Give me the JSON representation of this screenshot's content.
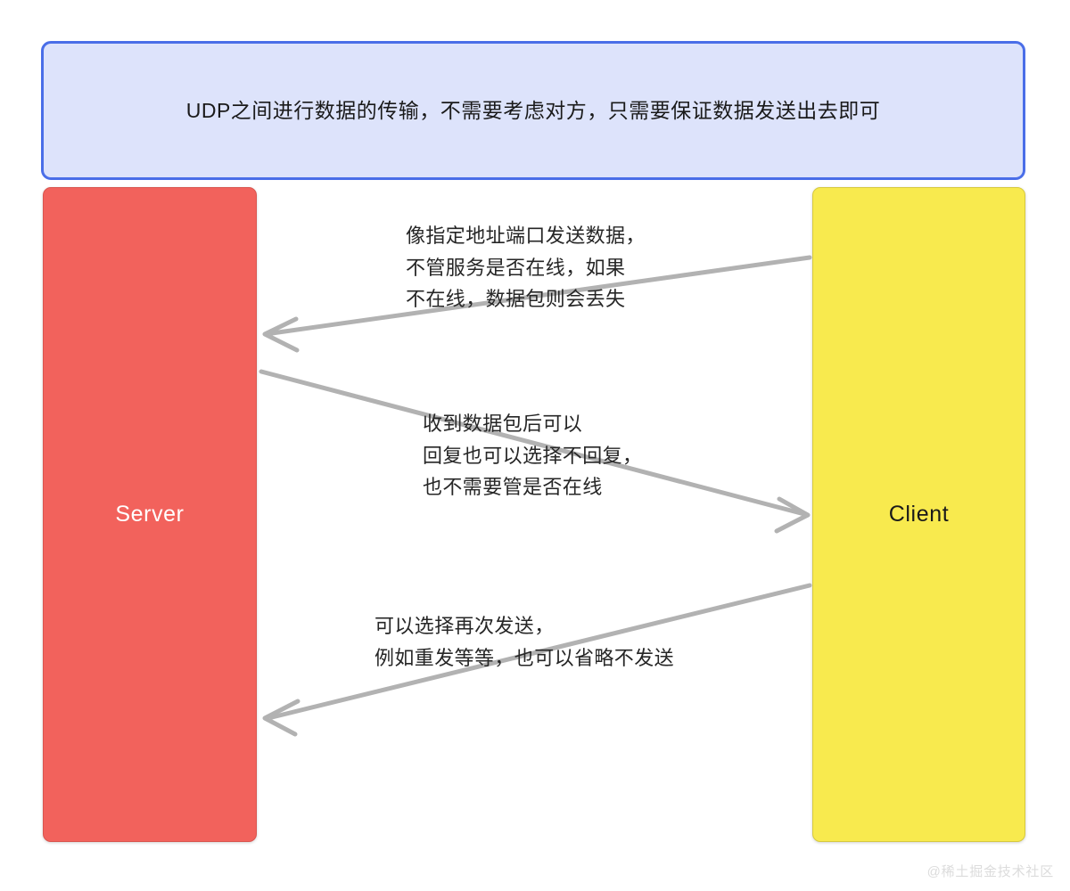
{
  "diagram": {
    "type": "sequence-diagram",
    "title_note": "UDP之间进行数据的传输，不需要考虑对方，只需要保证数据发送出去即可",
    "colors": {
      "note_fill": "#dde3fb",
      "note_border": "#4a6ee8",
      "server_fill": "#f2625c",
      "client_fill": "#f8ea4e",
      "arrow": "#b0b0b0",
      "text": "#262626",
      "watermark": "#dcdcdc"
    },
    "participants": [
      {
        "id": "server",
        "label": "Server"
      },
      {
        "id": "client",
        "label": "Client"
      }
    ],
    "messages": [
      {
        "index": 1,
        "direction": "client-to-server",
        "text": "像指定地址端口发送数据，\n不管服务是否在线，如果\n不在线，数据包则会丢失"
      },
      {
        "index": 2,
        "direction": "server-to-client",
        "text": "收到数据包后可以\n回复也可以选择不回复，\n也不需要管是否在线"
      },
      {
        "index": 3,
        "direction": "client-to-server",
        "text": "可以选择再次发送，\n例如重发等等，也可以省略不发送"
      }
    ],
    "watermark": "@稀土掘金技术社区"
  }
}
